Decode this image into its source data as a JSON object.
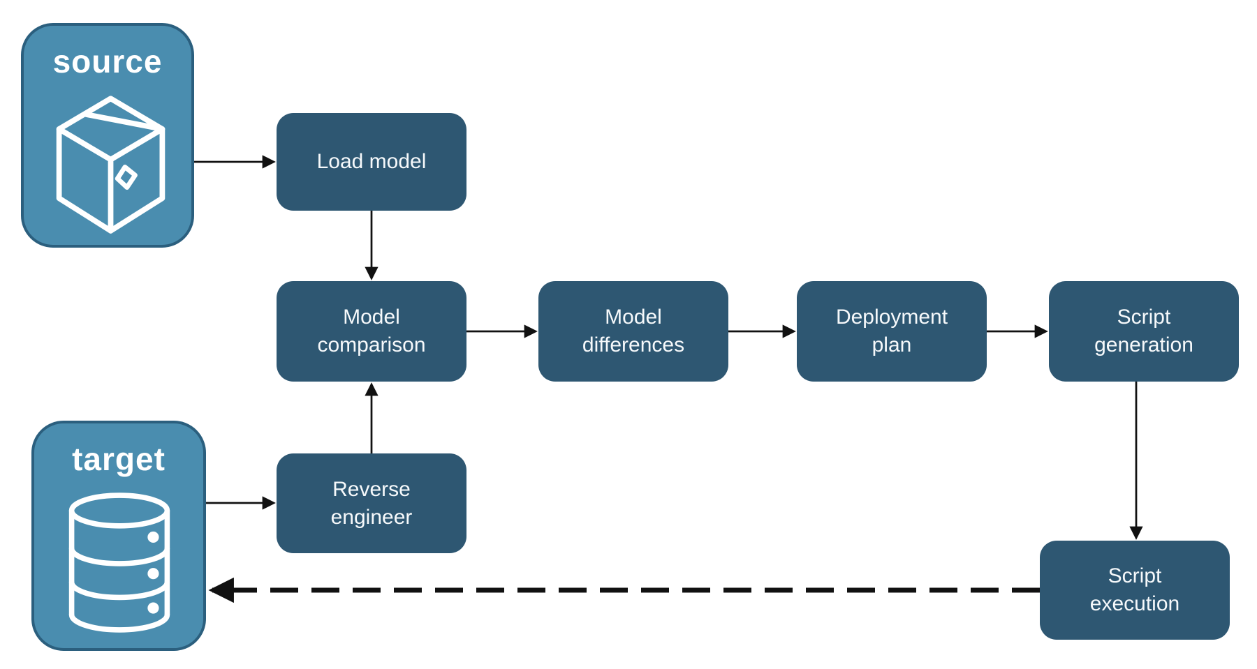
{
  "diagram": {
    "entities": [
      {
        "id": "source",
        "label": "source",
        "icon": "package-icon"
      },
      {
        "id": "target",
        "label": "target",
        "icon": "database-icon"
      }
    ],
    "nodes": [
      {
        "id": "load-model",
        "label": "Load model"
      },
      {
        "id": "model-comparison",
        "label": "Model\ncomparison"
      },
      {
        "id": "model-differences",
        "label": "Model\ndifferences"
      },
      {
        "id": "deployment-plan",
        "label": "Deployment\nplan"
      },
      {
        "id": "script-generation",
        "label": "Script\ngeneration"
      },
      {
        "id": "reverse-engineer",
        "label": "Reverse\nengineer"
      },
      {
        "id": "script-execution",
        "label": "Script\nexecution"
      }
    ],
    "edges": [
      {
        "from": "source",
        "to": "load-model",
        "style": "solid"
      },
      {
        "from": "load-model",
        "to": "model-comparison",
        "style": "solid"
      },
      {
        "from": "model-comparison",
        "to": "model-differences",
        "style": "solid"
      },
      {
        "from": "model-differences",
        "to": "deployment-plan",
        "style": "solid"
      },
      {
        "from": "deployment-plan",
        "to": "script-generation",
        "style": "solid"
      },
      {
        "from": "script-generation",
        "to": "script-execution",
        "style": "solid"
      },
      {
        "from": "target",
        "to": "reverse-engineer",
        "style": "solid"
      },
      {
        "from": "reverse-engineer",
        "to": "model-comparison",
        "style": "solid"
      },
      {
        "from": "script-execution",
        "to": "target",
        "style": "dashed"
      }
    ],
    "colors": {
      "entity_fill": "#4A8DAF",
      "entity_border": "#2B5F7E",
      "node_fill": "#2E5772",
      "arrow": "#111111",
      "label_text": "#FFFFFF"
    }
  }
}
